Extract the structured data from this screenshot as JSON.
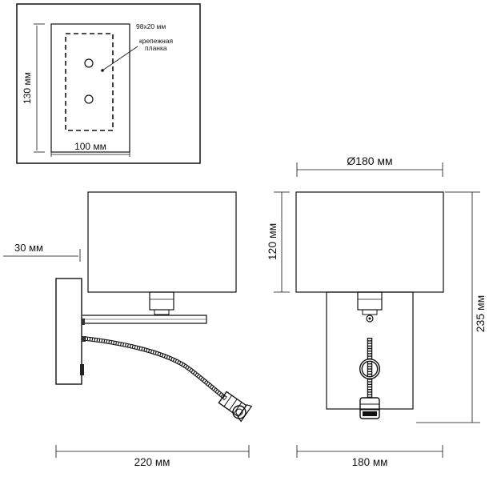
{
  "inset": {
    "width_label": "100 мм",
    "height_label": "130 мм",
    "plate_size": "98x20 мм",
    "plate_note_line1": "крепежная",
    "plate_note_line2": "планка"
  },
  "side_view": {
    "offset_label": "30 мм",
    "depth_label": "220 мм"
  },
  "front_view": {
    "diameter_label": "Ø180 мм",
    "shade_height_label": "120 мм",
    "total_height_label": "235 мм",
    "width_label": "180 мм"
  }
}
